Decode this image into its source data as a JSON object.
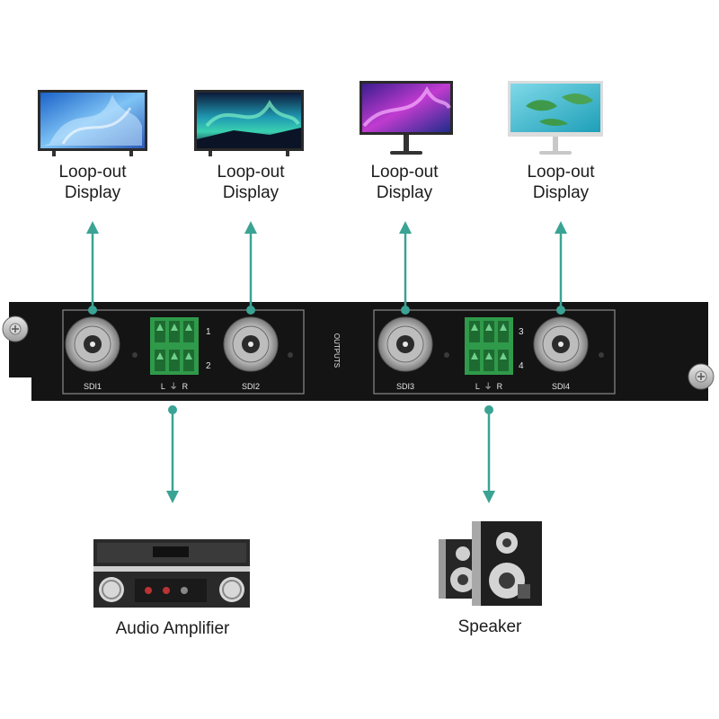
{
  "displays": [
    {
      "line1": "Loop-out",
      "line2": "Display"
    },
    {
      "line1": "Loop-out",
      "line2": "Display"
    },
    {
      "line1": "Loop-out",
      "line2": "Display"
    },
    {
      "line1": "Loop-out",
      "line2": "Display"
    }
  ],
  "panel": {
    "side_label": "OUTPUTS",
    "ports": [
      "SDI1",
      "SDI2",
      "SDI3",
      "SDI4"
    ],
    "terminal_left": {
      "channels": [
        "1",
        "2"
      ],
      "legend": "L  ⏚  R"
    },
    "terminal_right": {
      "channels": [
        "3",
        "4"
      ],
      "legend": "L  ⏚  R"
    }
  },
  "devices": {
    "amplifier": "Audio Amplifier",
    "speaker": "Speaker"
  },
  "colors": {
    "arrow": "#3aa394",
    "panel": "#141414",
    "terminal": "#2f9a4a"
  },
  "icons": [
    "monitor-wave-icon",
    "tv-aurora-icon",
    "monitor-curve-icon",
    "monitor-island-icon",
    "amplifier-icon",
    "speaker-icon"
  ]
}
